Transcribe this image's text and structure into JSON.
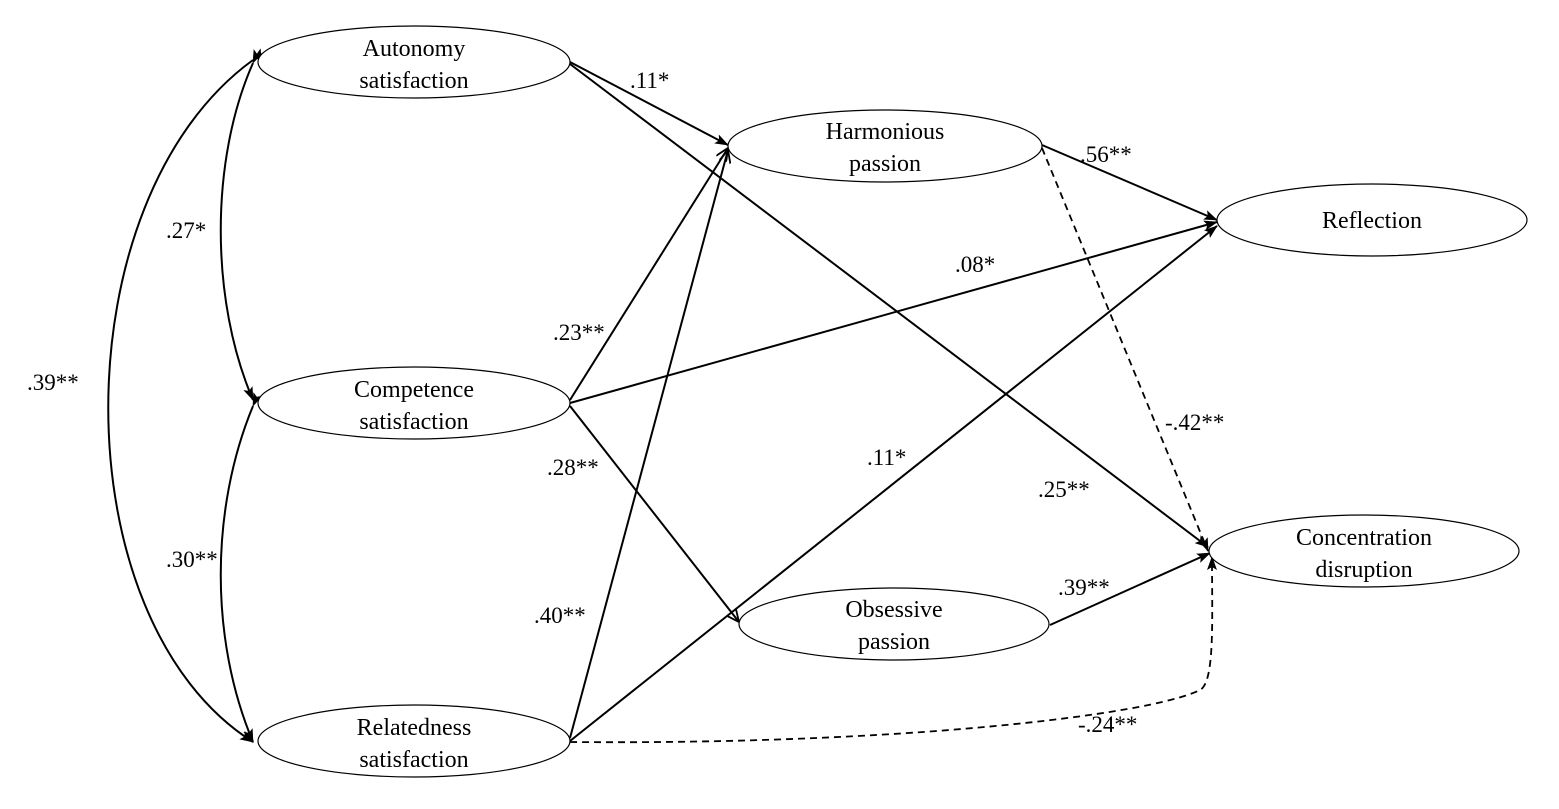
{
  "nodes": {
    "autonomy": [
      "Autonomy",
      "satisfaction"
    ],
    "competence": [
      "Competence",
      "satisfaction"
    ],
    "relatedness": [
      "Relatedness",
      "satisfaction"
    ],
    "harmonious": [
      "Harmonious",
      "passion"
    ],
    "obsessive": [
      "Obsessive",
      "passion"
    ],
    "reflection": [
      "Reflection"
    ],
    "concentration": [
      "Concentration",
      "disruption"
    ]
  },
  "paths": [
    {
      "id": "autonomy-harmonious",
      "label": ".11*",
      "style": "solid"
    },
    {
      "id": "autonomy-concentration",
      "label": ".25**",
      "style": "solid"
    },
    {
      "id": "competence-harmonious",
      "label": ".23**",
      "style": "solid"
    },
    {
      "id": "competence-reflection",
      "label": ".08*",
      "style": "solid"
    },
    {
      "id": "competence-obsessive",
      "label": ".28**",
      "style": "solid"
    },
    {
      "id": "relatedness-harmonious",
      "label": ".40**",
      "style": "solid"
    },
    {
      "id": "relatedness-reflection",
      "label": ".11*",
      "style": "solid"
    },
    {
      "id": "relatedness-concentration",
      "label": "-.24**",
      "style": "dashed"
    },
    {
      "id": "harmonious-reflection",
      "label": ".56**",
      "style": "solid"
    },
    {
      "id": "harmonious-concentration",
      "label": "-.42**",
      "style": "dashed"
    },
    {
      "id": "obsessive-concentration",
      "label": ".39**",
      "style": "solid"
    }
  ],
  "correlations": [
    {
      "id": "autonomy-competence",
      "label": ".27*"
    },
    {
      "id": "competence-relatedness",
      "label": ".30**"
    },
    {
      "id": "autonomy-relatedness",
      "label": ".39**"
    }
  ],
  "colors": {
    "line": "#000000",
    "background": "#ffffff"
  }
}
